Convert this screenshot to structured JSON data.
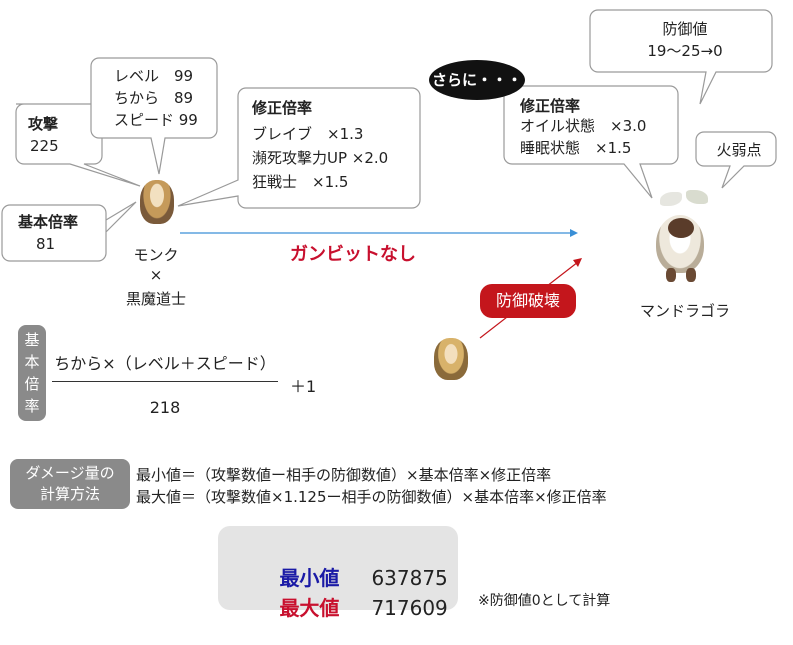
{
  "attack_box": {
    "label": "攻撃",
    "value": "225"
  },
  "stats_box": {
    "lines": [
      "レベル　99",
      "ちから　89",
      "スピード 99"
    ]
  },
  "base_box": {
    "label": "基本倍率",
    "value": "81"
  },
  "mod_box": {
    "title": "修正倍率",
    "lines": [
      "ブレイブ　×1.3",
      "瀕死攻撃力UP ×2.0",
      "狂戦士　×1.5"
    ]
  },
  "attacker": {
    "lines": [
      "モンク",
      "×",
      "黒魔道士"
    ]
  },
  "gambit_text": "ガンビットなし",
  "sarani": "さらに・・・",
  "enemy_mod_box": {
    "title": "修正倍率",
    "lines": [
      "オイル状態　×3.0",
      "睡眠状態　×1.5"
    ]
  },
  "defense_box": {
    "lines": [
      "防御値",
      "19〜25→0"
    ]
  },
  "weakness": "火弱点",
  "defense_break": "防御破壊",
  "enemy_name": "マンドラゴラ",
  "formula": {
    "tag_chars": [
      "基",
      "本",
      "倍",
      "率"
    ],
    "numerator": "ちから×（レベル＋スピード）",
    "denominator": "218",
    "plus": "＋1"
  },
  "calc": {
    "tag_lines": [
      "ダメージ量の",
      "計算方法"
    ],
    "min_line": "最小値＝（攻撃数値ー相手の防御数値）×基本倍率×修正倍率",
    "max_line": "最大値＝（攻撃数値×1.125ー相手の防御数値）×基本倍率×修正倍率"
  },
  "result": {
    "min_label": "最小値",
    "min_value": "637875",
    "max_label": "最大値",
    "max_value": "717609"
  },
  "note": "※防御値0として計算",
  "colors": {
    "min_label": "#1a1aa6",
    "max_label": "#c8102e",
    "gambit": "#c8102e",
    "arrow_blue": "#3a8fd6",
    "arrow_red": "#c4161c"
  }
}
